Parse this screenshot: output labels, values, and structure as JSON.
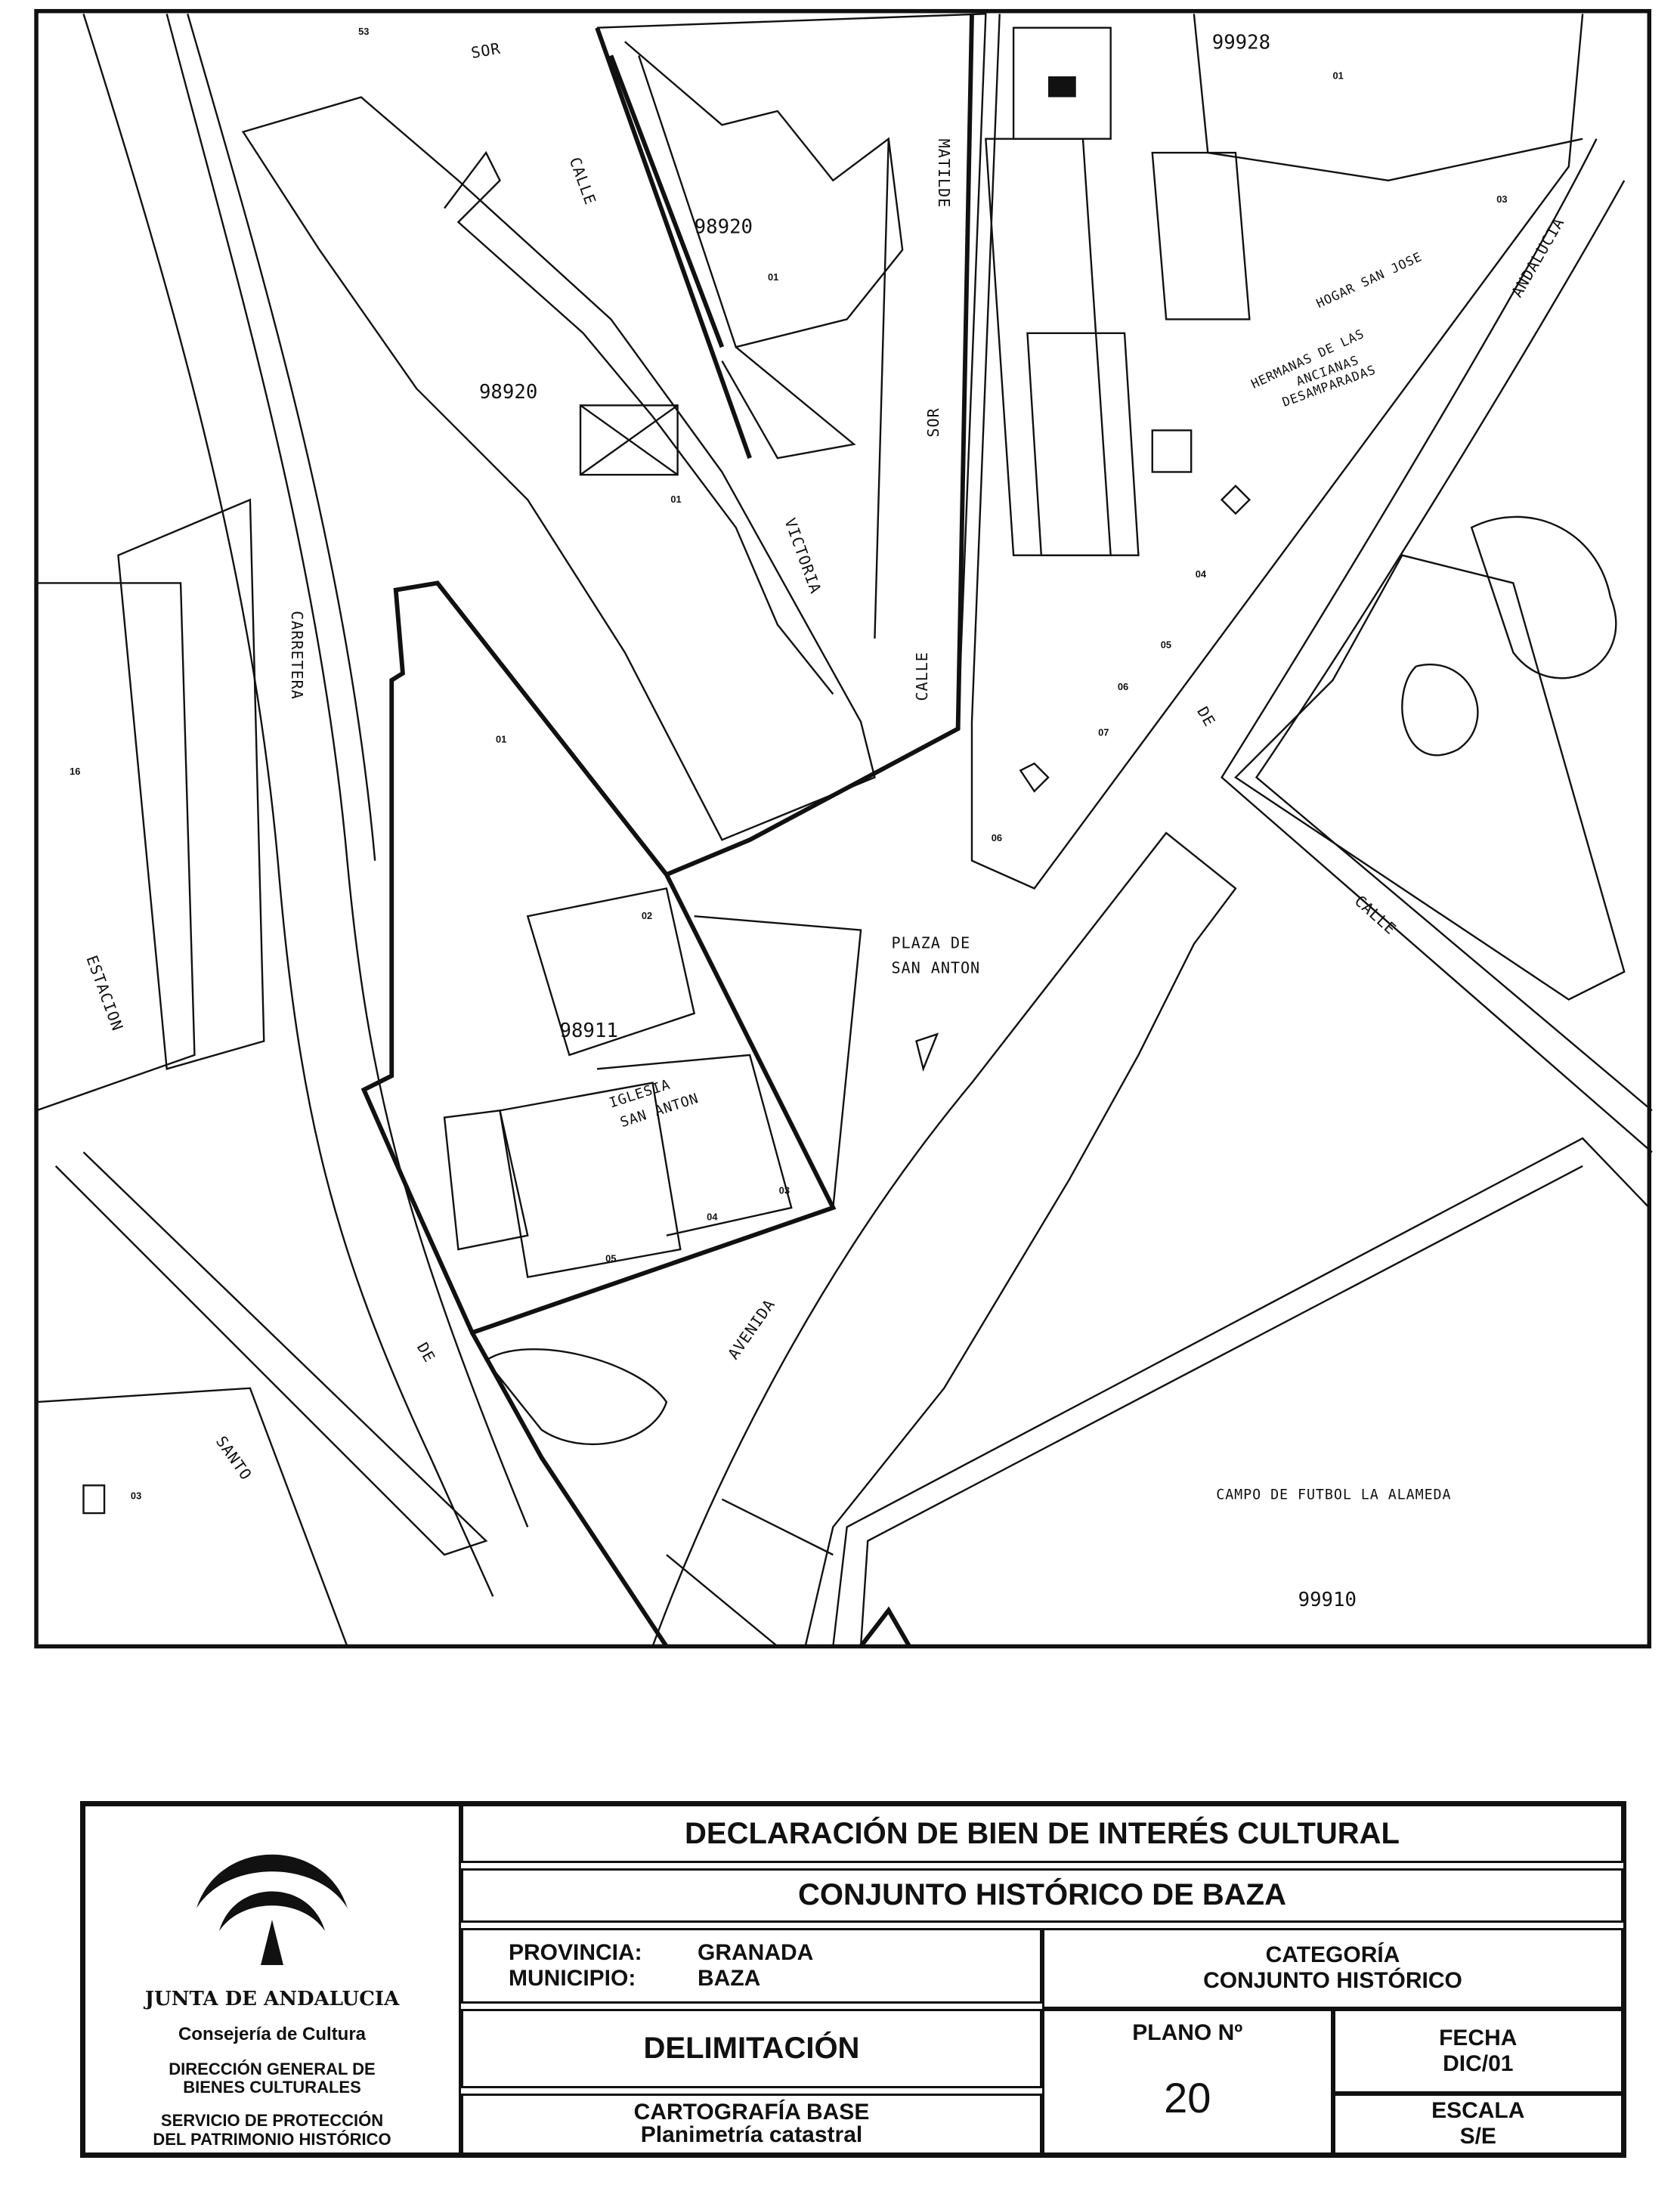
{
  "map": {
    "streets": {
      "sor_top": "SOR",
      "calle_1": "CALLE",
      "matilde": "MATILDE",
      "sor_mid": "SOR",
      "victoria": "VICTORIA",
      "calle_2": "CALLE",
      "andalucia": "ANDALUCIA",
      "de_1": "DE",
      "calle_3": "CALLE",
      "carretera": "CARRETERA",
      "estacion": "ESTACION",
      "de_2": "DE",
      "avenida": "AVENIDA",
      "santo": "SANTO"
    },
    "parcels": {
      "p98920a": "98920",
      "p98920b": "98920",
      "p99928": "99928",
      "p98911": "98911",
      "p99910": "99910"
    },
    "subparcels": {
      "a": "01",
      "b": "01",
      "c": "01",
      "d": "03",
      "e": "04",
      "f": "05",
      "g": "06",
      "h": "07",
      "i": "06",
      "j": "16",
      "k": "01",
      "l": "02",
      "m": "03",
      "n": "04",
      "o": "05",
      "p": "03",
      "q": "53"
    },
    "places": {
      "hogar": "HOGAR SAN JOSE",
      "hermanas_1": "HERMANAS DE LAS",
      "hermanas_2": "ANCIANAS",
      "hermanas_3": "DESAMPARADAS",
      "plaza_1": "PLAZA DE",
      "plaza_2": "SAN ANTON",
      "iglesia_1": "IGLESIA",
      "iglesia_2": "SAN ANTON",
      "campo": "CAMPO DE FUTBOL LA ALAMEDA"
    }
  },
  "title_block": {
    "logo_org": "JUNTA DE ANDALUCIA",
    "consejeria": "Consejería de Cultura",
    "direccion": "DIRECCIÓN GENERAL DE BIENES CULTURALES",
    "servicio": "SERVICIO DE PROTECCIÓN DEL PATRIMONIO HISTÓRICO",
    "declaracion": "DECLARACIÓN DE BIEN DE INTERÉS CULTURAL",
    "conjunto": "CONJUNTO HISTÓRICO DE BAZA",
    "provincia_label": "PROVINCIA:",
    "provincia_value": "GRANADA",
    "municipio_label": "MUNICIPIO:",
    "municipio_value": "BAZA",
    "categoria_label": "CATEGORÍA",
    "categoria_value": "CONJUNTO HISTÓRICO",
    "delimitacion": "DELIMITACIÓN",
    "plano_label": "PLANO Nº",
    "plano_value": "20",
    "fecha_label": "FECHA",
    "fecha_value": "DIC/01",
    "escala_label": "ESCALA",
    "escala_value": "S/E",
    "cartografia": "CARTOGRAFÍA BASE",
    "planimetria": "Planimetría catastral"
  }
}
